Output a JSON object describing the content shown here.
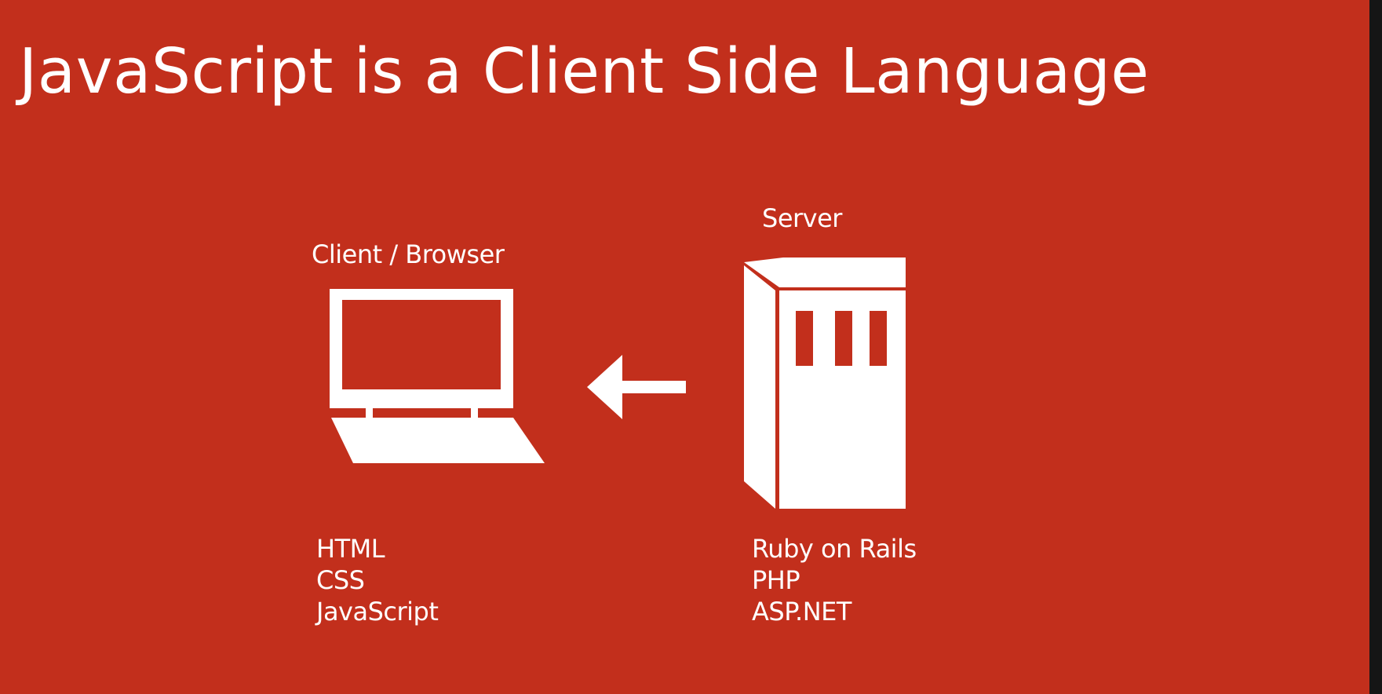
{
  "slide": {
    "title": "JavaScript is a Client Side Language",
    "background_color": "#c22f1c",
    "foreground_color": "#ffffff"
  },
  "client": {
    "label": "Client / Browser",
    "icon": "laptop-icon",
    "technologies": [
      "HTML",
      "CSS",
      "JavaScript"
    ]
  },
  "connection": {
    "icon": "arrow-left-icon",
    "direction": "server-to-client"
  },
  "server": {
    "label": "Server",
    "icon": "server-icon",
    "technologies": [
      "Ruby on Rails",
      "PHP",
      "ASP.NET"
    ]
  }
}
